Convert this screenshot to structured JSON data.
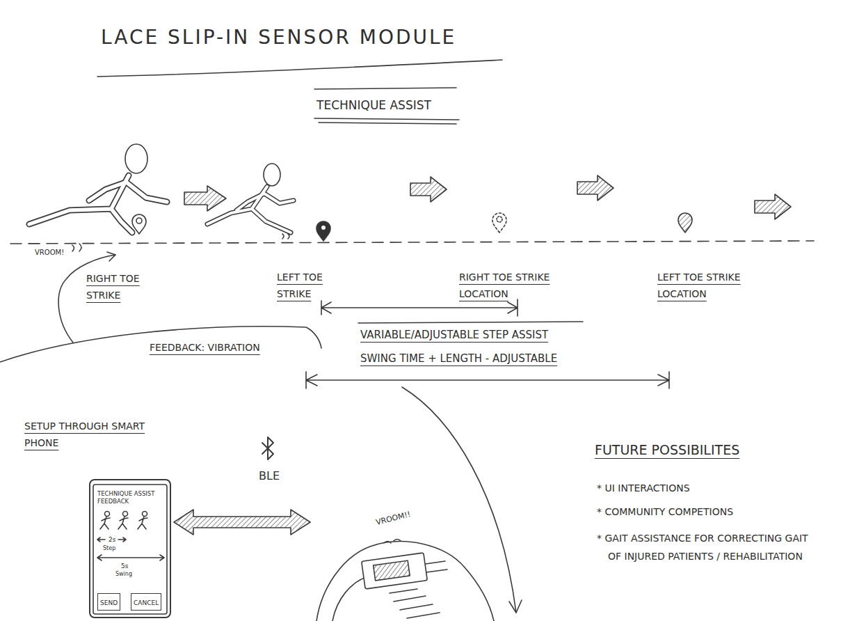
{
  "diagram": {
    "title": "LACE SLIP-IN SENSOR MODULE",
    "nodes": [
      {
        "text": [
          "TECHNIQUE ASSIST FEEDBACK",
          "2s",
          "Step",
          "5s",
          "Swing"
        ]
      },
      {
        "text": [
          "SEND"
        ],
        "in": 0
      },
      {
        "text": [
          "CANCEL"
        ],
        "in": 0
      },
      {
        "text": [
          "VROOM!!"
        ]
      }
    ],
    "edges": [
      {
        "from": 0,
        "to": 3,
        "label": "BLE",
        "arrow": "both"
      }
    ],
    "labels": [
      "TECHNIQUE ASSIST",
      "VROOM!",
      "RIGHT TOE STRIKE",
      "LEFT TOE STRIKE",
      "RIGHT TOE STRIKE LOCATION",
      "LEFT TOE STRIKE LOCATION",
      "FEEDBACK: VIBRATION",
      "VARIABLE/ADJUSTABLE STEP ASSIST",
      "SWING TIME + LENGTH - ADJUSTABLE",
      "SETUP THROUGH SMART PHONE",
      "FUTURE POSSIBILITES",
      "* UI INTERACTIONS",
      "* COMMUNITY COMPETIONS",
      "* GAIT ASSISTANCE FOR CORRECTING GAIT OF INJURED PATIENTS / REHABILITATION"
    ]
  }
}
